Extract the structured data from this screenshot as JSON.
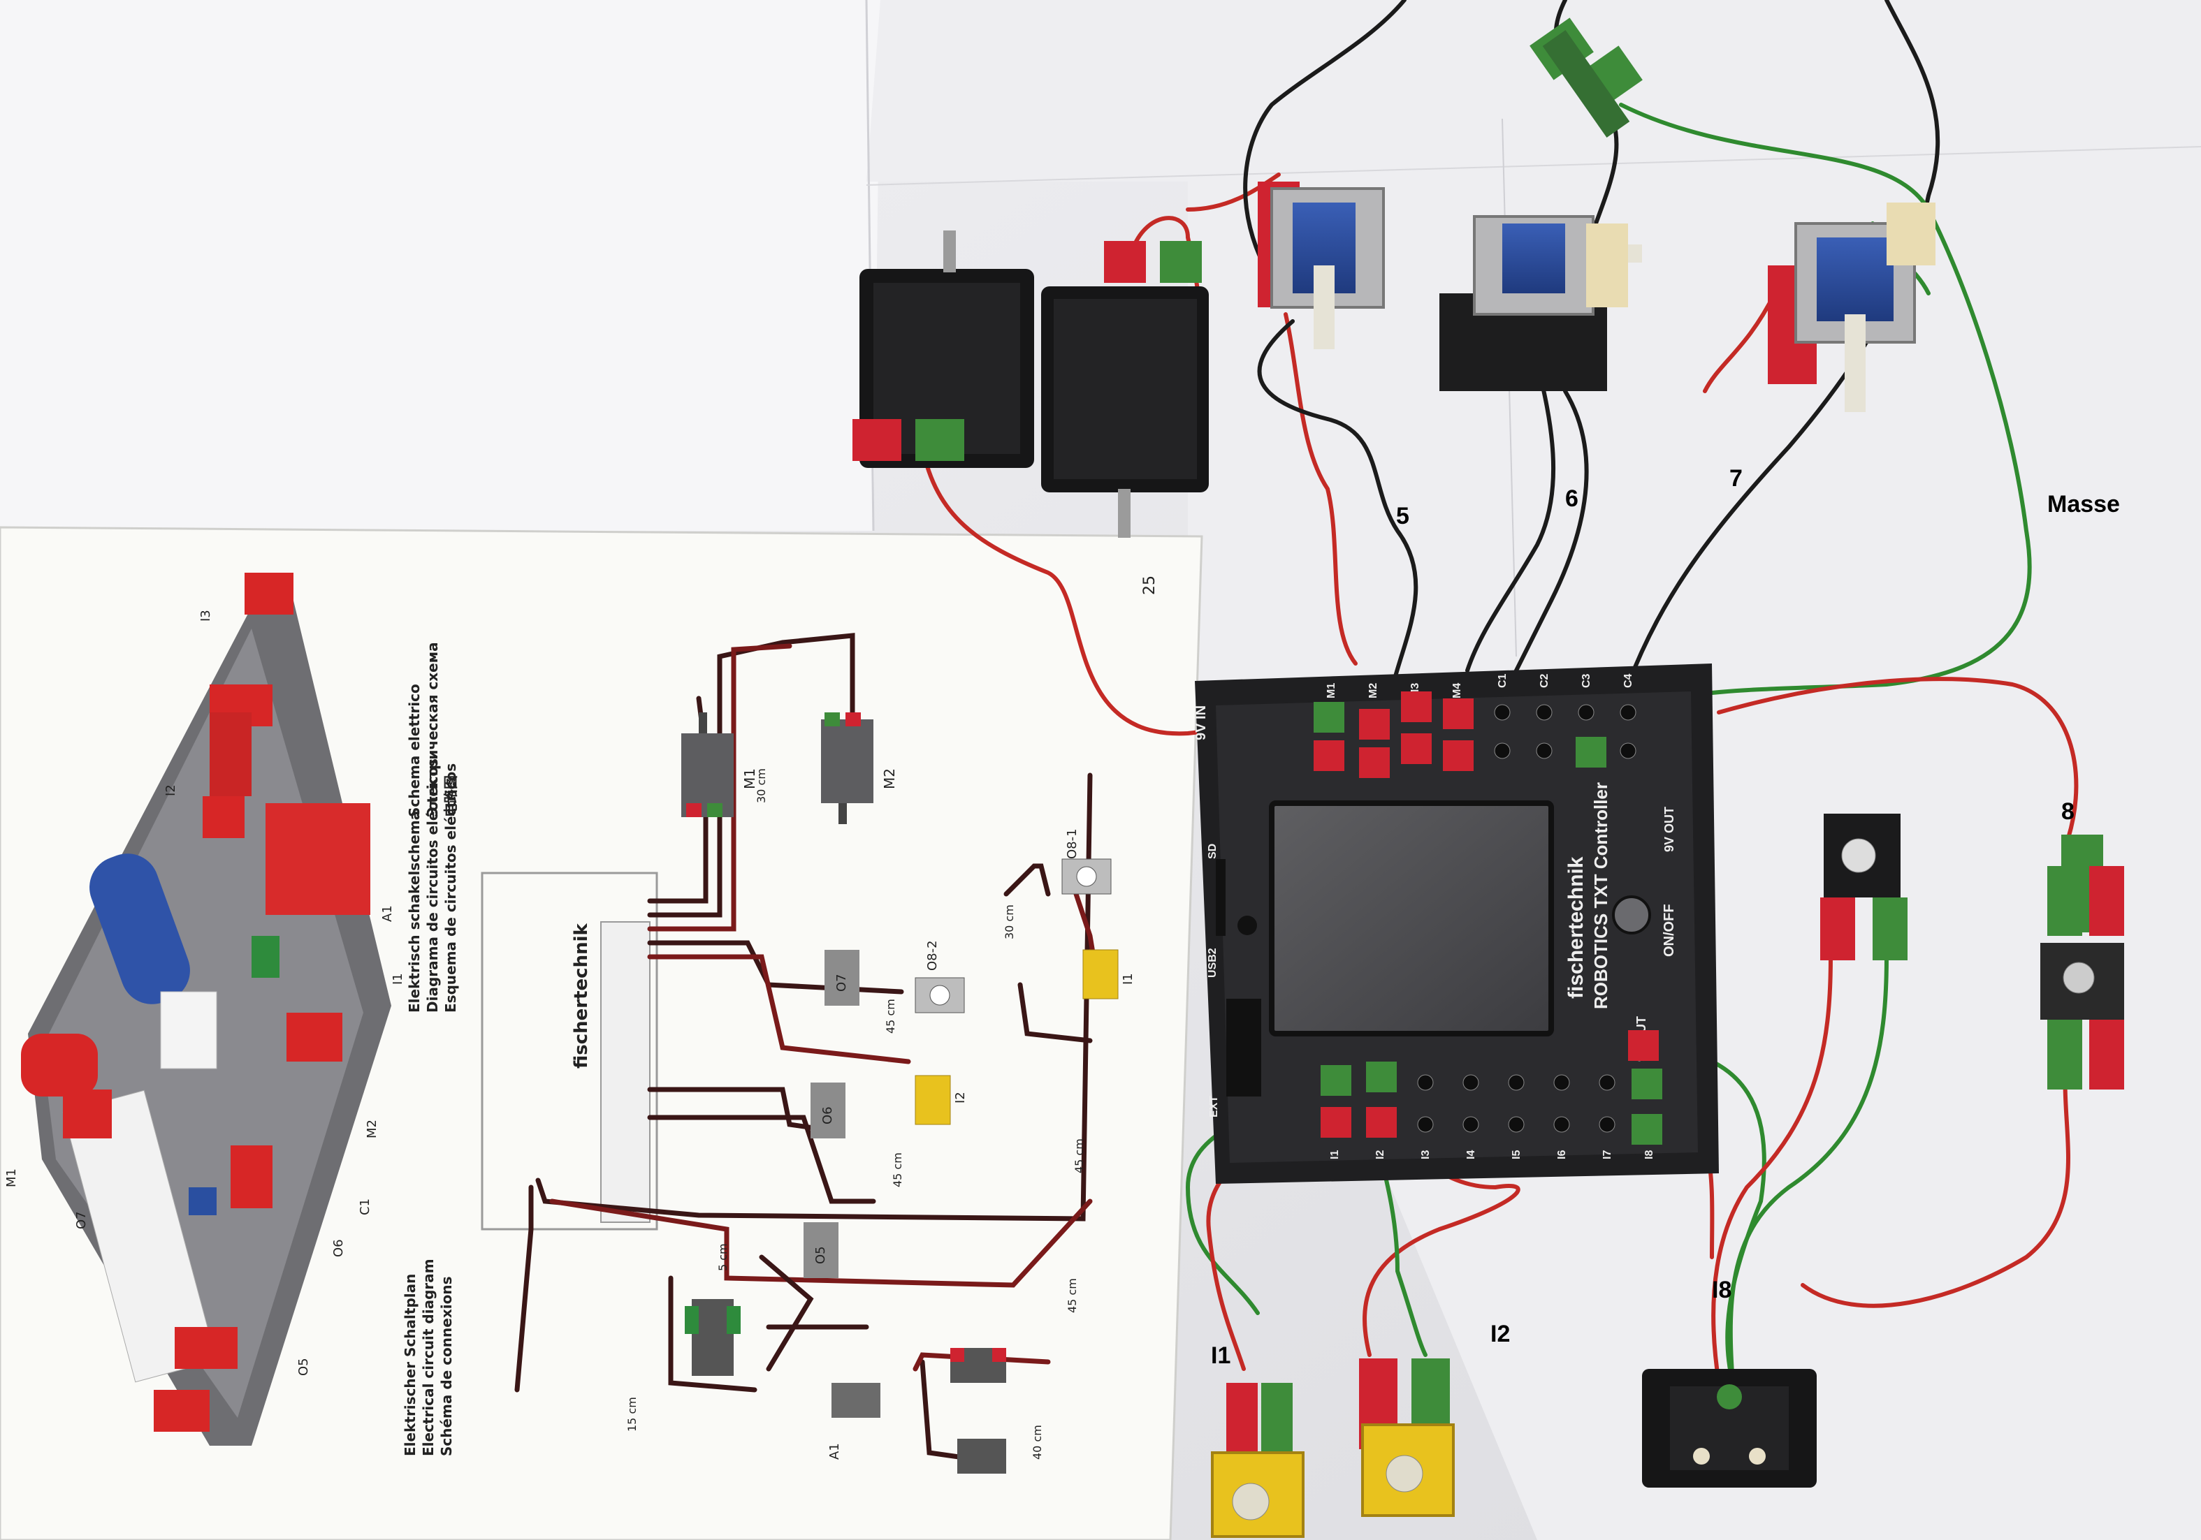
{
  "photo_labels": {
    "output_5": "5",
    "output_6": "6",
    "output_7": "7",
    "ground": "Masse",
    "output_8": "8",
    "input_1": "I1",
    "input_2": "I2",
    "input_8": "I8"
  },
  "controller": {
    "brand": "fischertechnik",
    "model": "ROBOTICS TXT Controller",
    "power_in": "9V IN",
    "power_out_top": "9V OUT",
    "power_out_bottom": "9V OUT",
    "onoff": "ON/OFF",
    "sd": "SD",
    "usb": "USB2",
    "ext": "EXT",
    "input_row": [
      "I1",
      "I2",
      "I3",
      "I4",
      "I5",
      "I6",
      "I7",
      "I8"
    ],
    "counter_row": [
      "C1",
      "C2",
      "C3",
      "C4"
    ],
    "motor_row": [
      "M1",
      "M2",
      "M3",
      "M4"
    ]
  },
  "manual": {
    "page_number": "25",
    "schematic_titles": [
      "Elektrisch schakelschema",
      "Diagrama de circuitos eléctricos",
      "Esquema de circuitos eléctricos"
    ],
    "schematic_titles_right": [
      "Schema elettrico",
      "Электрическая схема",
      "电路图"
    ],
    "schematic_titles_left": [
      "Elektrischer Schaltplan",
      "Electrical circuit diagram",
      "Schéma de connexions"
    ],
    "components": [
      "M1",
      "M2",
      "O8-1",
      "O8-2",
      "O7",
      "O6",
      "O5",
      "I1",
      "I2",
      "A1"
    ],
    "cable_lengths": [
      "30 cm",
      "30 cm",
      "45 cm",
      "45 cm",
      "45 cm",
      "45 cm",
      "5 cm",
      "15 cm",
      "40 cm"
    ],
    "model_labels": [
      "I3",
      "I2",
      "A1",
      "I1",
      "M2",
      "C1",
      "O6",
      "O7",
      "O5",
      "M1"
    ],
    "brand": "fischertechnik"
  },
  "colors": {
    "wire_red": "#c42a25",
    "wire_green": "#2f8a2f",
    "wire_black": "#1b1b1b",
    "plug_red": "#cf2330",
    "plug_green": "#3e8c3a",
    "controller_body": "#1f1f21",
    "diagram_wire": "#3a1616"
  }
}
